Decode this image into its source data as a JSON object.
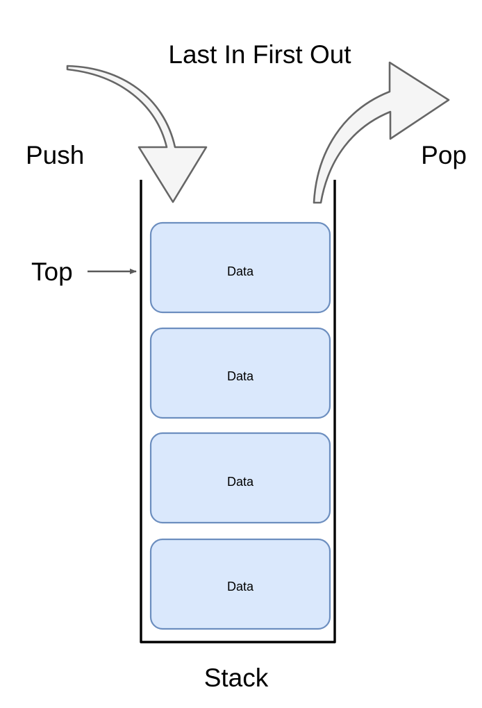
{
  "diagram": {
    "title": "Last In First Out",
    "subject": "Stack data structure (LIFO)",
    "labels": {
      "push": "Push",
      "pop": "Pop",
      "top": "Top",
      "stack": "Stack"
    },
    "stack": {
      "caption": "Stack",
      "cells": [
        {
          "label": "Data"
        },
        {
          "label": "Data"
        },
        {
          "label": "Data"
        },
        {
          "label": "Data"
        }
      ]
    },
    "arrows": {
      "push_arrow": "curved-down-arrow",
      "pop_arrow": "curved-right-arrow",
      "top_arrow": "straight-right-arrow"
    },
    "colors": {
      "cell_fill": "#dae8fc",
      "cell_stroke": "#6c8ebf",
      "arrow_fill": "#f5f5f5",
      "arrow_stroke": "#666666",
      "rail_stroke": "#000000",
      "top_arrow_stroke": "#595959",
      "text": "#000000",
      "background": "#ffffff"
    }
  }
}
